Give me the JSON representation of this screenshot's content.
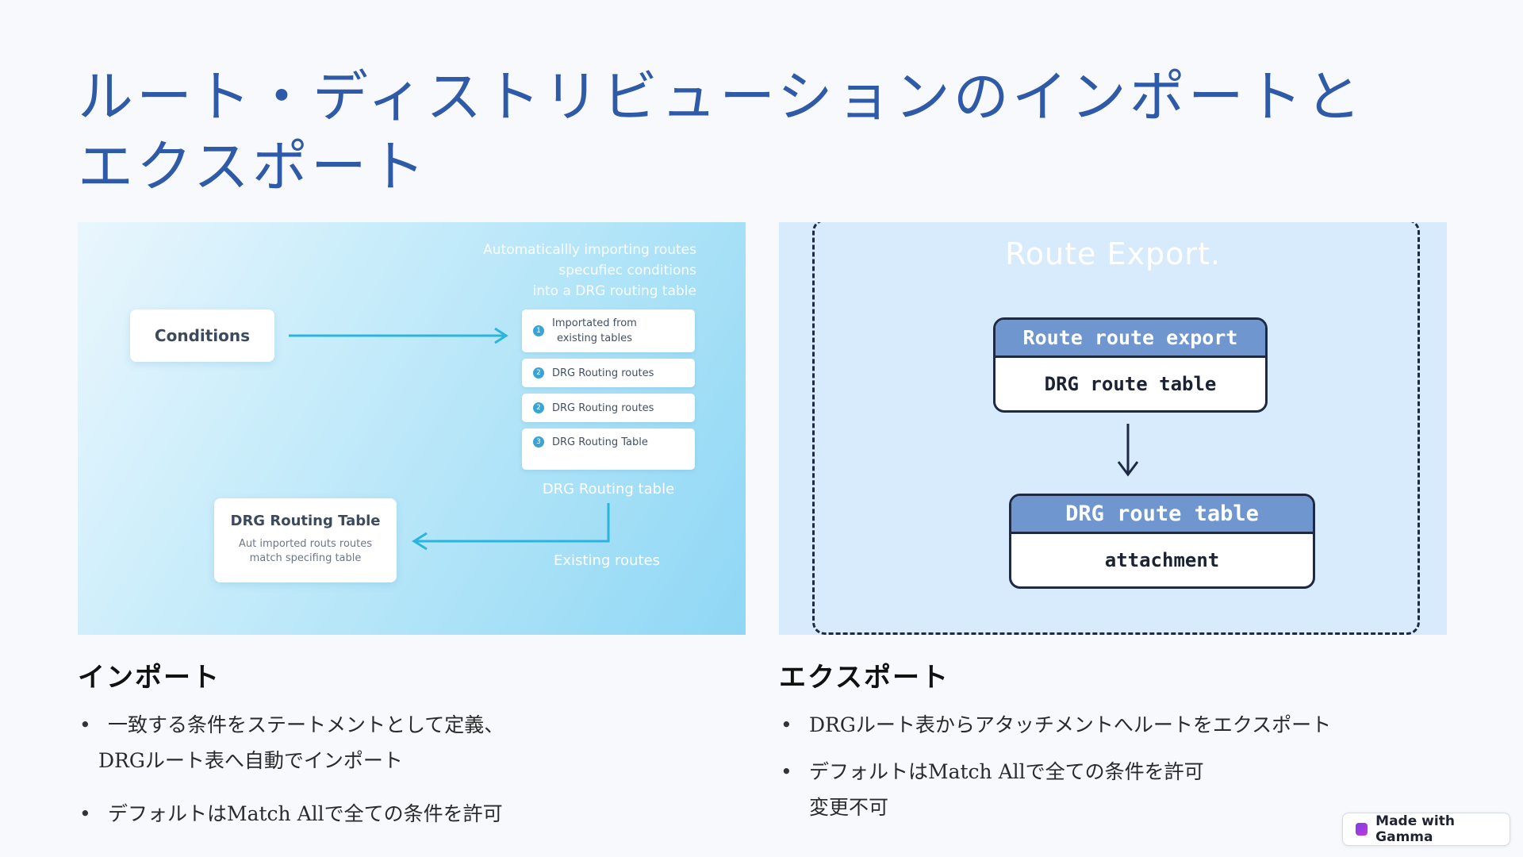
{
  "title_line1": "ルート・ディストリビューションのインポートと",
  "title_line2": "エクスポート",
  "import_image": {
    "note_lines": [
      "Automaticallly importing routes",
      "specufiec conditions",
      "into a DRG routing table"
    ],
    "conditions_label": "Conditions",
    "route_items": [
      {
        "num": "1",
        "lines": [
          "Importated from",
          "existing tables"
        ]
      },
      {
        "num": "2",
        "lines": [
          "DRG Routing routes"
        ]
      },
      {
        "num": "2",
        "lines": [
          "DRG Routing routes"
        ]
      },
      {
        "num": "3",
        "lines": [
          "DRG Routing Table"
        ]
      }
    ],
    "route_list_caption": "DRG Routing table",
    "drg_box_title": "DRG Routing Table",
    "drg_box_sub": "Aut imported routs routes match specifing table",
    "existing_caption": "Existing routes"
  },
  "export_image": {
    "title": "Route Export.",
    "card1_header": "Route route export",
    "card1_body": "DRG route table",
    "card2_header": "DRG route table",
    "card2_body": "attachment",
    "colors": {
      "header": "#6f96cf",
      "border": "#1e2a44",
      "background": "#d7ebfc"
    }
  },
  "import_section": {
    "heading": "インポート",
    "bullet1_line1": "一致する条件をステートメントとして定義、",
    "bullet1_line2": "DRGルート表へ自動でインポート",
    "bullet2": "デフォルトはMatch Allで全ての条件を許可"
  },
  "export_section": {
    "heading": "エクスポート",
    "bullet1": "DRGルート表からアタッチメントへルートをエクスポート",
    "bullet2_line1": "デフォルトはMatch Allで全ての条件を許可",
    "bullet2_line2": "変更不可"
  },
  "badge": {
    "label": "Made with Gamma"
  },
  "colors": {
    "title": "#2f5aa8",
    "accent_arrow": "#2bb4dc"
  }
}
